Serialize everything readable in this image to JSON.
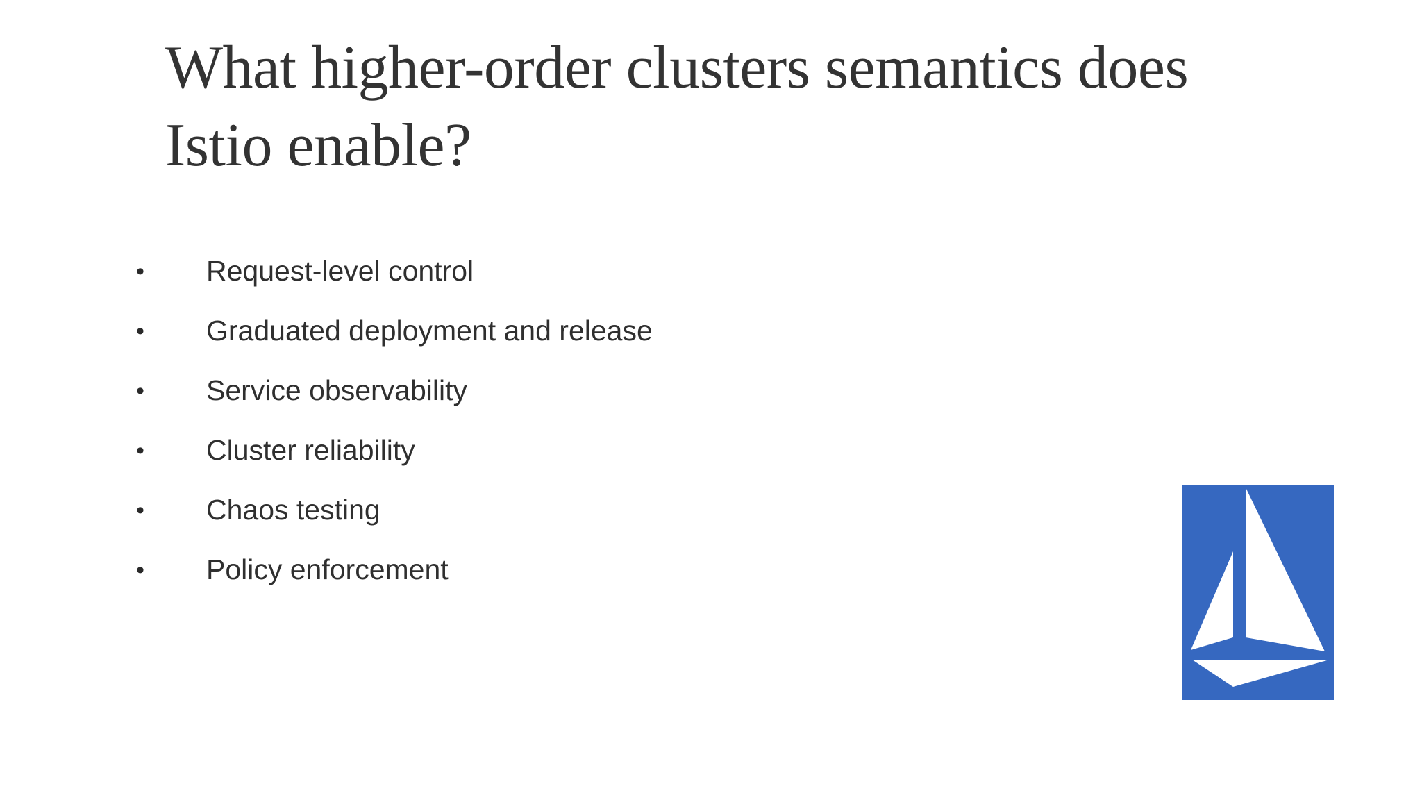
{
  "slide": {
    "background_color": "#ffffff",
    "title": "What higher-order clusters semantics does Istio enable?",
    "title_color": "#333333",
    "body_text_color": "#2f2f2f"
  },
  "bullets": [
    {
      "marker": "•",
      "label": "Request-level control"
    },
    {
      "marker": "•",
      "label": "Graduated deployment and release"
    },
    {
      "marker": "•",
      "label": "Service observability"
    },
    {
      "marker": "•",
      "label": "Cluster reliability"
    },
    {
      "marker": "•",
      "label": "Chaos testing"
    },
    {
      "marker": "•",
      "label": "Policy enforcement"
    }
  ],
  "logo": {
    "name": "istio-logo",
    "alt": "Istio",
    "background_color": "#3668c0",
    "sail_color": "#ffffff"
  }
}
